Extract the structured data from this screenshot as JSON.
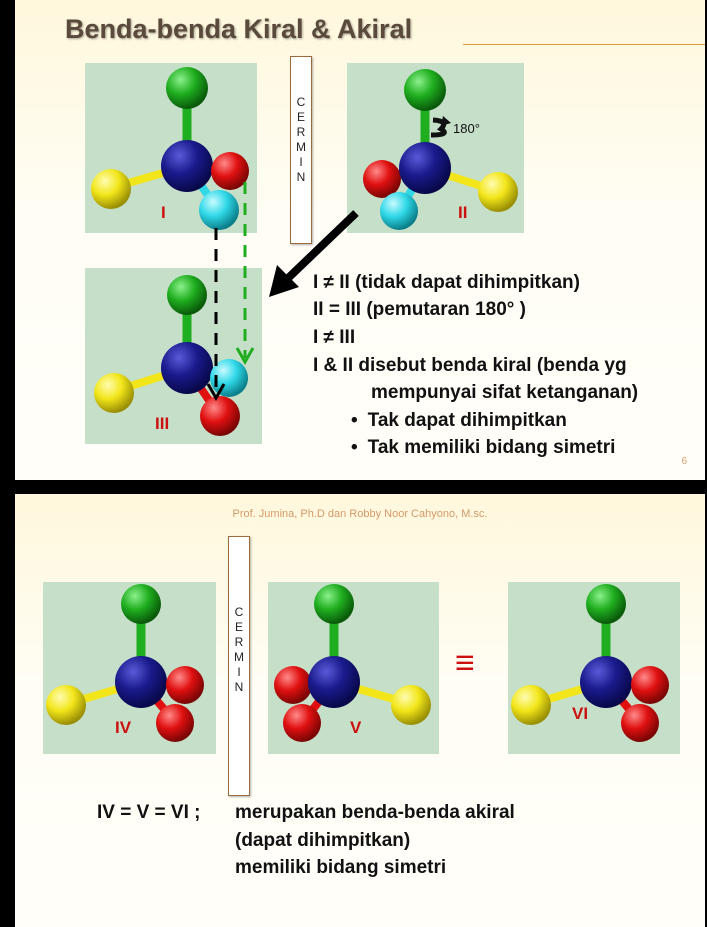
{
  "slide1": {
    "title": "Benda-benda Kiral & Akiral",
    "mirror_letters": [
      "C",
      "E",
      "R",
      "M",
      "I",
      "N"
    ],
    "rotation_label": "180°",
    "molecule_labels": {
      "I": "I",
      "II": "II",
      "III": "III"
    },
    "statements": [
      "I  ≠ II (tidak dapat dihimpitkan)",
      "II = III (pemutaran 180°  )",
      "I  ≠ III",
      "I & II disebut benda kiral (benda yg",
      "mempunyai sifat ketanganan)"
    ],
    "bullets": [
      "Tak dapat dihimpitkan",
      "Tak memiliki bidang simetri"
    ],
    "page_number": "6"
  },
  "slide2": {
    "credit": "Prof. Jumina, Ph.D dan Robby Noor Cahyono, M.sc.",
    "mirror_letters": [
      "C",
      "E",
      "R",
      "M",
      "I",
      "N"
    ],
    "molecule_labels": {
      "IV": "IV",
      "V": "V",
      "VI": "VI"
    },
    "equivalence_symbol": "≡",
    "statement_lead": "IV = V = VI ;",
    "statement_lines": [
      "merupakan benda-benda akiral",
      "(dapat dihimpitkan)",
      "memiliki bidang simetri"
    ]
  },
  "colors": {
    "carbon": "#1a1a8c",
    "green_atom": "#1fae1f",
    "yellow_atom": "#f2e61a",
    "red_atom": "#e01010",
    "cyan_atom": "#30d8e8",
    "panel": "#c5dfc8",
    "label_red": "#cc1010"
  }
}
